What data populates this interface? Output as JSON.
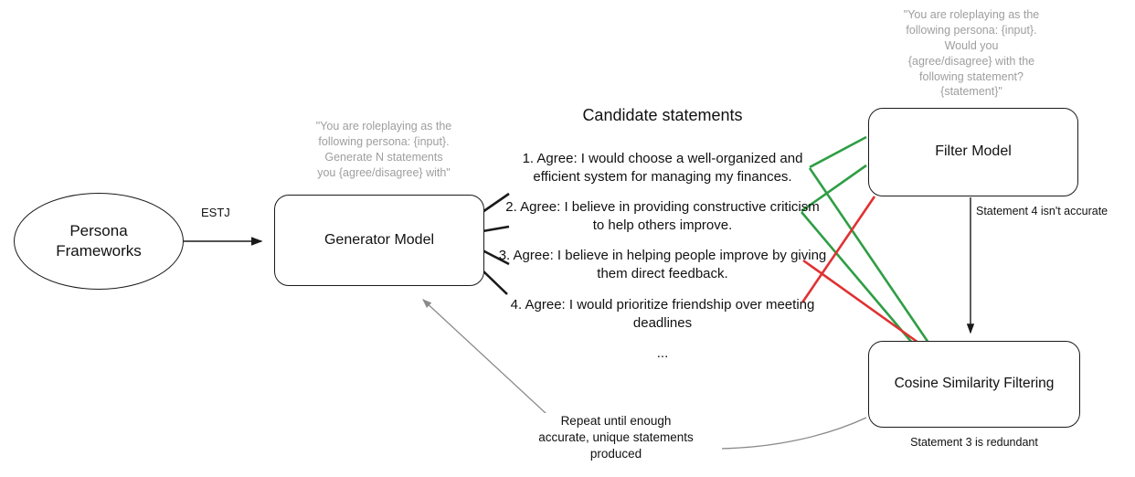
{
  "nodes": {
    "persona": {
      "label": "Persona\nFrameworks"
    },
    "generator": {
      "label": "Generator Model",
      "prompt": "\"You are roleplaying as the\nfollowing persona: {input}.\nGenerate N statements\nyou {agree/disagree} with\""
    },
    "filter": {
      "label": "Filter Model",
      "prompt": "\"You are roleplaying as the\nfollowing persona: {input}.\nWould you\n{agree/disagree} with the\nfollowing statement?\n{statement}\""
    },
    "cosine": {
      "label": "Cosine Similarity Filtering"
    }
  },
  "labels": {
    "estj": "ESTJ",
    "candidate_heading": "Candidate statements",
    "filter_note": "Statement 4 isn't accurate",
    "cosine_note": "Statement 3 is redundant",
    "repeat_note": "Repeat until enough\naccurate, unique statements\nproduced",
    "ellipsis": "..."
  },
  "statements": [
    "1. Agree: I would choose a well-organized and efficient system for managing my finances.",
    "2. Agree: I believe in providing constructive criticism to help others improve.",
    "3. Agree: I believe in helping people improve by giving them direct feedback.",
    "4. Agree: I would prioritize friendship over meeting deadlines"
  ],
  "colors": {
    "pass": "#2e9e44",
    "fail": "#e03131",
    "prompt_gray": "#9e9e9e",
    "line_gray": "#8a8a8a",
    "line_black": "#1a1a1a"
  }
}
